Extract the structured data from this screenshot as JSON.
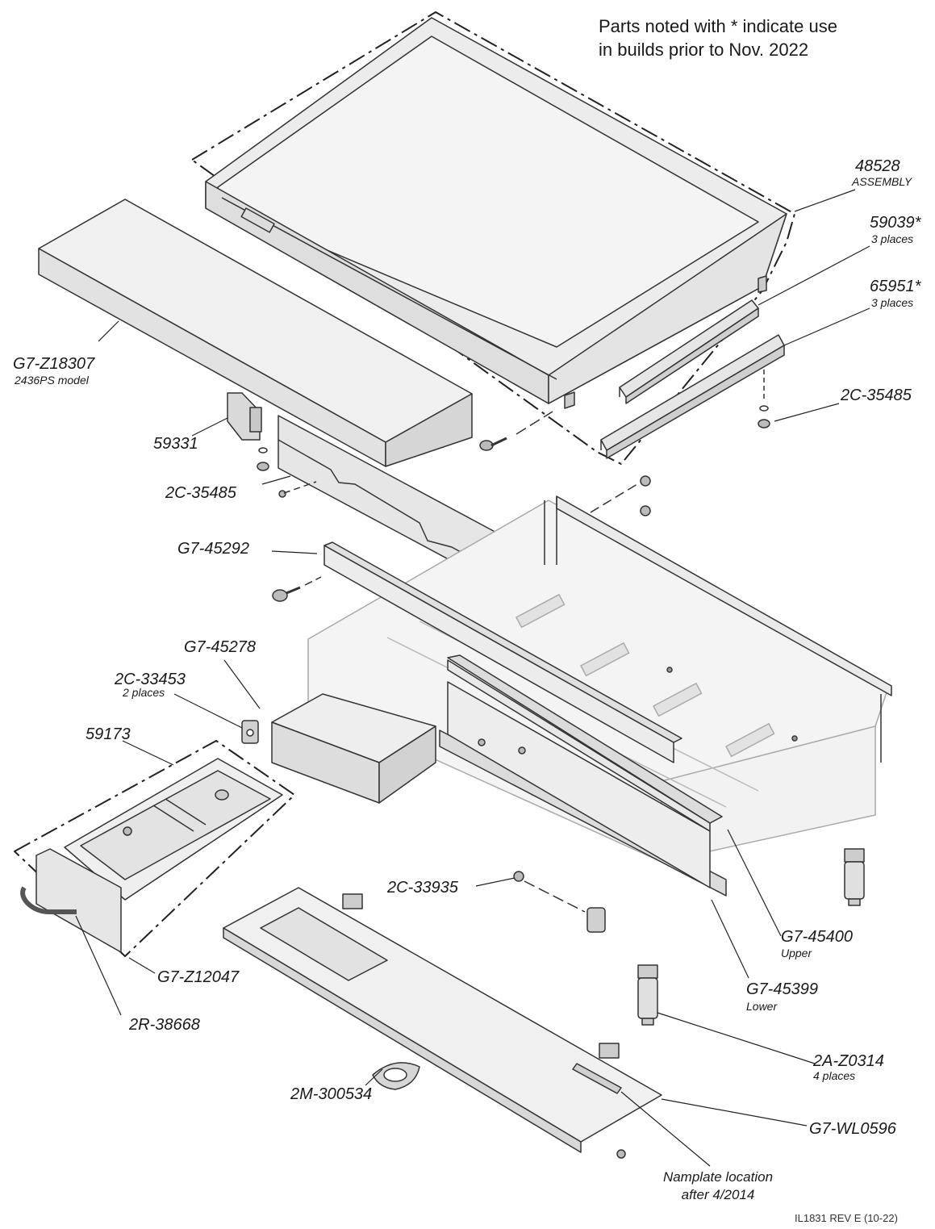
{
  "note": {
    "line1": "Parts noted with * indicate use",
    "line2": "in builds prior to Nov. 2022"
  },
  "revision": "IL1831 REV E (10-22)",
  "parts": [
    {
      "id": "48528",
      "label": "48528",
      "sub": "ASSEMBLY"
    },
    {
      "id": "59039",
      "label": "59039*",
      "sub": "3 places"
    },
    {
      "id": "65951",
      "label": "65951*",
      "sub": "3 places"
    },
    {
      "id": "2c-35485-right",
      "label": "2C-35485",
      "sub": ""
    },
    {
      "id": "g7-z18307",
      "label": "G7-Z18307",
      "sub": "2436PS model"
    },
    {
      "id": "59331",
      "label": "59331",
      "sub": ""
    },
    {
      "id": "2c-35485-left",
      "label": "2C-35485",
      "sub": ""
    },
    {
      "id": "g7-45292",
      "label": "G7-45292",
      "sub": ""
    },
    {
      "id": "g7-45278",
      "label": "G7-45278",
      "sub": ""
    },
    {
      "id": "2c-33453",
      "label": "2C-33453",
      "sub": "2 places"
    },
    {
      "id": "59173",
      "label": "59173",
      "sub": ""
    },
    {
      "id": "2c-33935",
      "label": "2C-33935",
      "sub": ""
    },
    {
      "id": "g7-45400",
      "label": "G7-45400",
      "sub": "Upper"
    },
    {
      "id": "g7-45399",
      "label": "G7-45399",
      "sub": "Lower"
    },
    {
      "id": "g7-z12047",
      "label": "G7-Z12047",
      "sub": ""
    },
    {
      "id": "2r-38668",
      "label": "2R-38668",
      "sub": ""
    },
    {
      "id": "2a-z0314",
      "label": "2A-Z0314",
      "sub": "4 places"
    },
    {
      "id": "2m-300534",
      "label": "2M-300534",
      "sub": ""
    },
    {
      "id": "g7-wl0596",
      "label": "G7-WL0596",
      "sub": ""
    }
  ],
  "nameplate": {
    "line1": "Namplate location",
    "line2": "after 4/2014"
  }
}
